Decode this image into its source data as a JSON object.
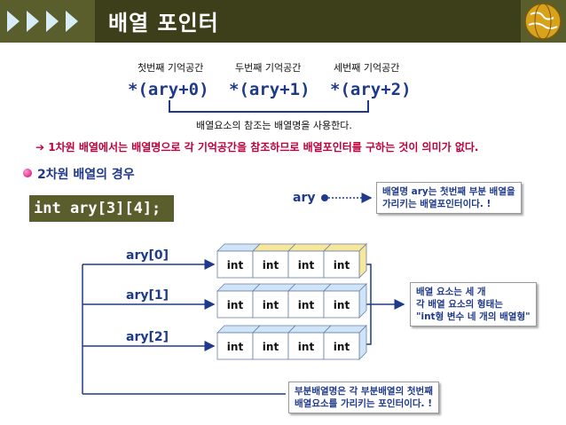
{
  "header": {
    "title": "배열 포인터"
  },
  "top": {
    "mem_labels": [
      "첫번째 기억공간",
      "두번째 기억공간",
      "세번째 기억공간"
    ],
    "pointers": [
      "*(ary+0)",
      "*(ary+1)",
      "*(ary+2)"
    ],
    "bracket_caption": "배열요소의 참조는 배열명을 사용한다."
  },
  "note": "➔ 1차원 배열에서는 배열명으로 각 기억공간을 참조하므로 배열포인터를 구하는 것이 의미가 없다.",
  "section": {
    "title": "2차원 배열의 경우"
  },
  "declaration": "int ary[3][4];",
  "ary_label": "ary",
  "row_labels": [
    "ary[0]",
    "ary[1]",
    "ary[2]"
  ],
  "cells": [
    [
      "int",
      "int",
      "int",
      "int"
    ],
    [
      "int",
      "int",
      "int",
      "int"
    ],
    [
      "int",
      "int",
      "int",
      "int"
    ]
  ],
  "callouts": {
    "ary_desc": [
      "배열명 ary는 첫번째 부분 배열을",
      "가리키는 배열포인터이다. !"
    ],
    "element_desc": [
      "배열 요소는 세 개",
      "각 배열 요소의 형태는",
      "\"int형 변수 네 개의 배열형\""
    ],
    "sub_desc": [
      "부분배열명은 각 부분배열의 첫번째",
      "배열요소를 가리키는 포인터이다. !"
    ]
  },
  "colors": {
    "header_bg": "#5a5d2c",
    "pointer_text": "#1f3a8a",
    "note_text": "#c0003a",
    "cell_blue": "#cfe4f7",
    "cell_yellow": "#f7e79a",
    "line": "#1f3a8a"
  }
}
